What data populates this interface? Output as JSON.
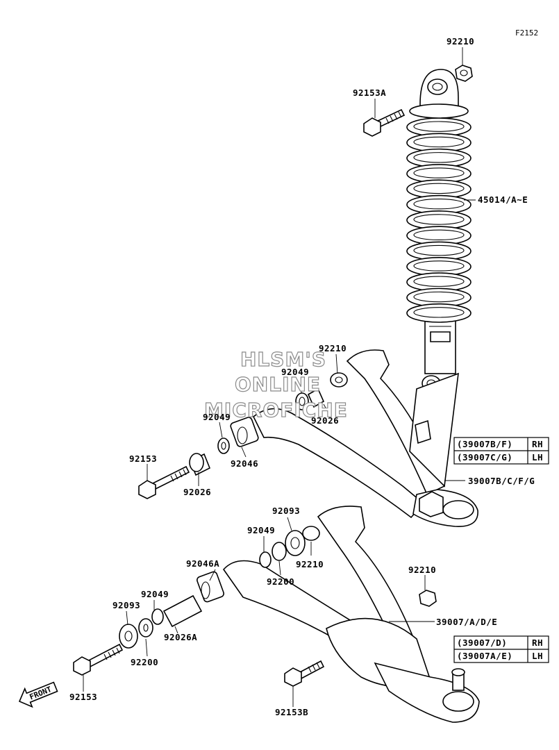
{
  "figure_ref": "F2152",
  "watermark": [
    "HLSM'S",
    "ONLINE",
    "MICROFICHE"
  ],
  "front_arrow": "FRONT",
  "callouts": {
    "c92210_top": "92210",
    "c92153A": "92153A",
    "c45014": "45014/A~E",
    "c92210_mid": "92210",
    "c92049_a": "92049",
    "c92026_a": "92026",
    "c92049_b": "92049",
    "c92046": "92046",
    "c92153_a": "92153",
    "c92026_b": "92026",
    "c39007BCFG": "39007B/C/F/G",
    "c92093_a": "92093",
    "c92049_c": "92049",
    "c92210_low": "92210",
    "c92200_a": "92200",
    "c92046A": "92046A",
    "c92210_r": "92210",
    "c39007ADE": "39007/A/D/E",
    "c92049_d": "92049",
    "c92093_b": "92093",
    "c92026A": "92026A",
    "c92200_b": "92200",
    "c92153_b": "92153",
    "c92153B": "92153B"
  },
  "upper_arm_table": [
    {
      "code": "(39007B/F)",
      "side": "RH"
    },
    {
      "code": "(39007C/G)",
      "side": "LH"
    }
  ],
  "lower_arm_table": [
    {
      "code": "(39007/D)",
      "side": "RH"
    },
    {
      "code": "(39007A/E)",
      "side": "LH"
    }
  ]
}
